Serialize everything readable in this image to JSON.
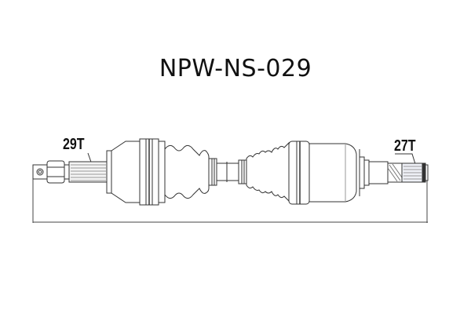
{
  "diagram": {
    "title": "NPW-NS-029",
    "subject": "CV drive shaft / axle assembly",
    "labels": {
      "inner_spline": "29T",
      "outer_spline": "27T"
    },
    "dimension_line": "overall length"
  }
}
